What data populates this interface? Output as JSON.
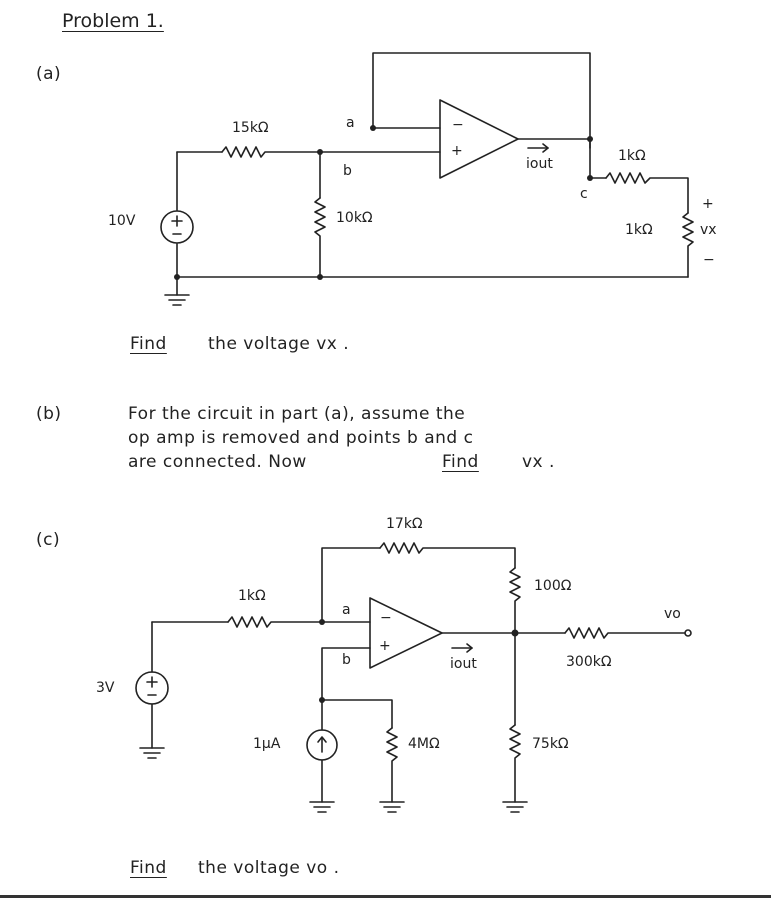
{
  "title": "Problem 1.",
  "part_a": {
    "label": "(a)",
    "source": "10V",
    "r1": "15kΩ",
    "r2": "10kΩ",
    "r3": "1kΩ",
    "r4": "1kΩ",
    "node_a": "a",
    "node_b": "b",
    "node_c": "c",
    "iout": "iout",
    "vx_plus": "+",
    "vx": "vx",
    "vx_minus": "−",
    "opamp_minus": "−",
    "opamp_plus": "+",
    "find_word": "Find",
    "find_rest": "the voltage vx ."
  },
  "part_b": {
    "label": "(b)",
    "line1": "For the circuit in part (a), assume the",
    "line2": "op amp is removed and points b and c",
    "line3_pre": "are connected. Now",
    "line3_find": "Find",
    "line3_post": "vx ."
  },
  "part_c": {
    "label": "(c)",
    "source_v": "3V",
    "source_i": "1μA",
    "r_in": "1kΩ",
    "r_fb": "17kΩ",
    "r_100": "100Ω",
    "r_out": "300kΩ",
    "r_75": "75kΩ",
    "r_4m": "4MΩ",
    "node_a": "a",
    "node_b": "b",
    "iout": "iout",
    "vo": "vo",
    "opamp_minus": "−",
    "opamp_plus": "+",
    "find_word": "Find",
    "find_rest": "the voltage vo ."
  }
}
